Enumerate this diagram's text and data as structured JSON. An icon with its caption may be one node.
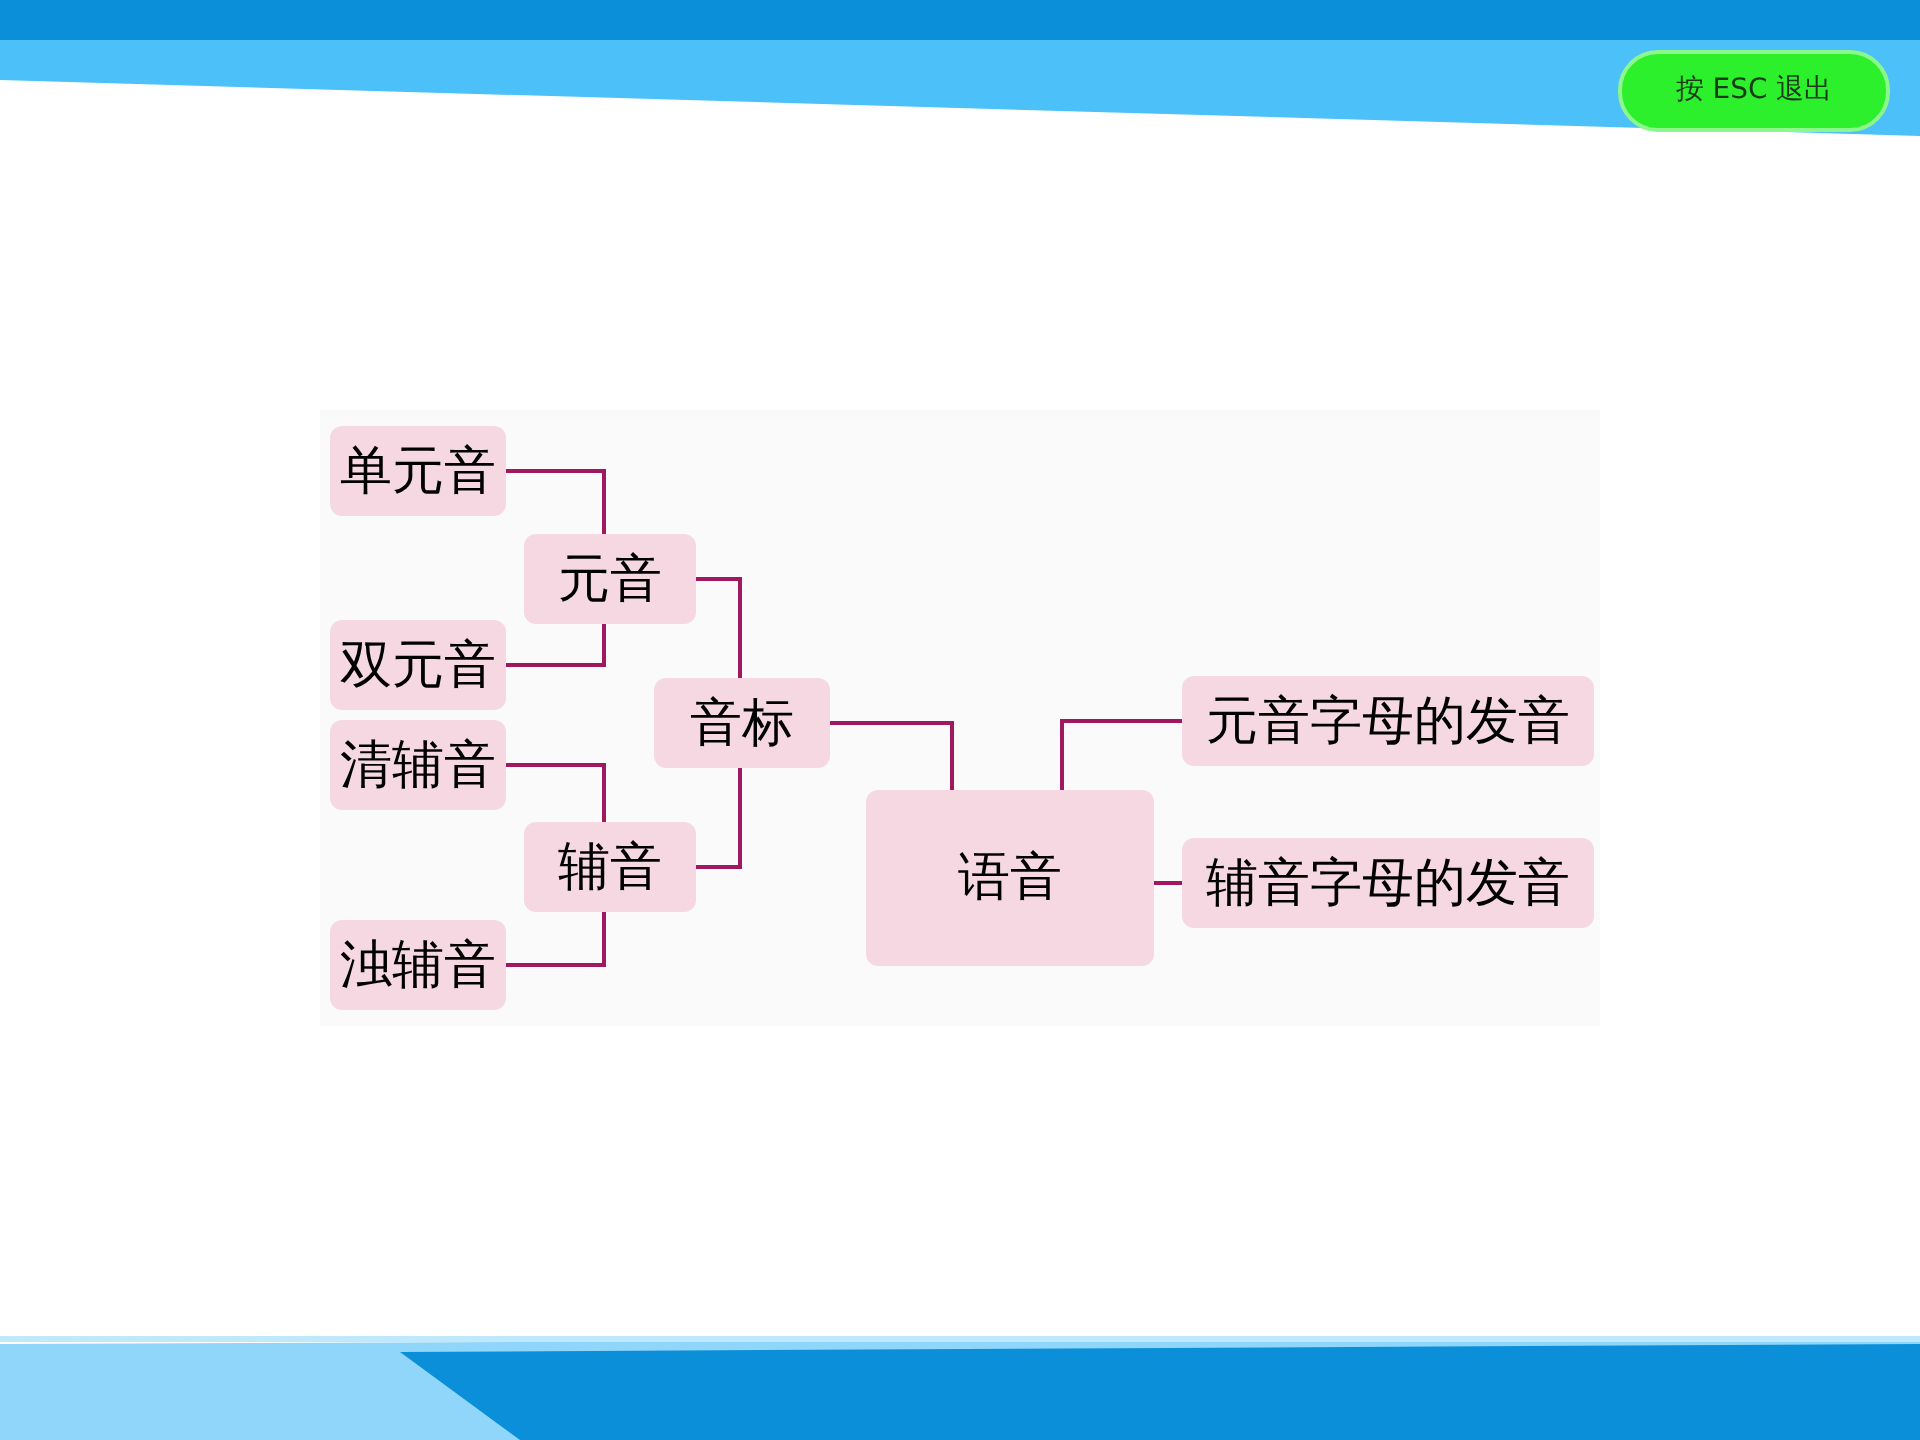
{
  "diagram": {
    "nodes": [
      {
        "text": [
          "单元音"
        ]
      },
      {
        "text": [
          "元音"
        ]
      },
      {
        "text": [
          "双元音"
        ]
      },
      {
        "text": [
          "清辅音"
        ]
      },
      {
        "text": [
          "辅音"
        ]
      },
      {
        "text": [
          "浊辅音"
        ]
      },
      {
        "text": [
          "音标"
        ]
      },
      {
        "text": [
          "语音"
        ]
      },
      {
        "text": [
          "元音字母的发音"
        ]
      },
      {
        "text": [
          "辅音字母的发音"
        ]
      }
    ],
    "edges": [
      {
        "from": 0,
        "to": 1,
        "arrow": "none"
      },
      {
        "from": 2,
        "to": 1,
        "arrow": "none"
      },
      {
        "from": 3,
        "to": 4,
        "arrow": "none"
      },
      {
        "from": 5,
        "to": 4,
        "arrow": "none"
      },
      {
        "from": 1,
        "to": 6,
        "arrow": "none"
      },
      {
        "from": 4,
        "to": 6,
        "arrow": "none"
      },
      {
        "from": 6,
        "to": 7,
        "arrow": "none"
      },
      {
        "from": 7,
        "to": 8,
        "arrow": "none"
      },
      {
        "from": 7,
        "to": 9,
        "arrow": "none"
      }
    ],
    "labels": [
      "按 ESC 退出"
    ]
  }
}
